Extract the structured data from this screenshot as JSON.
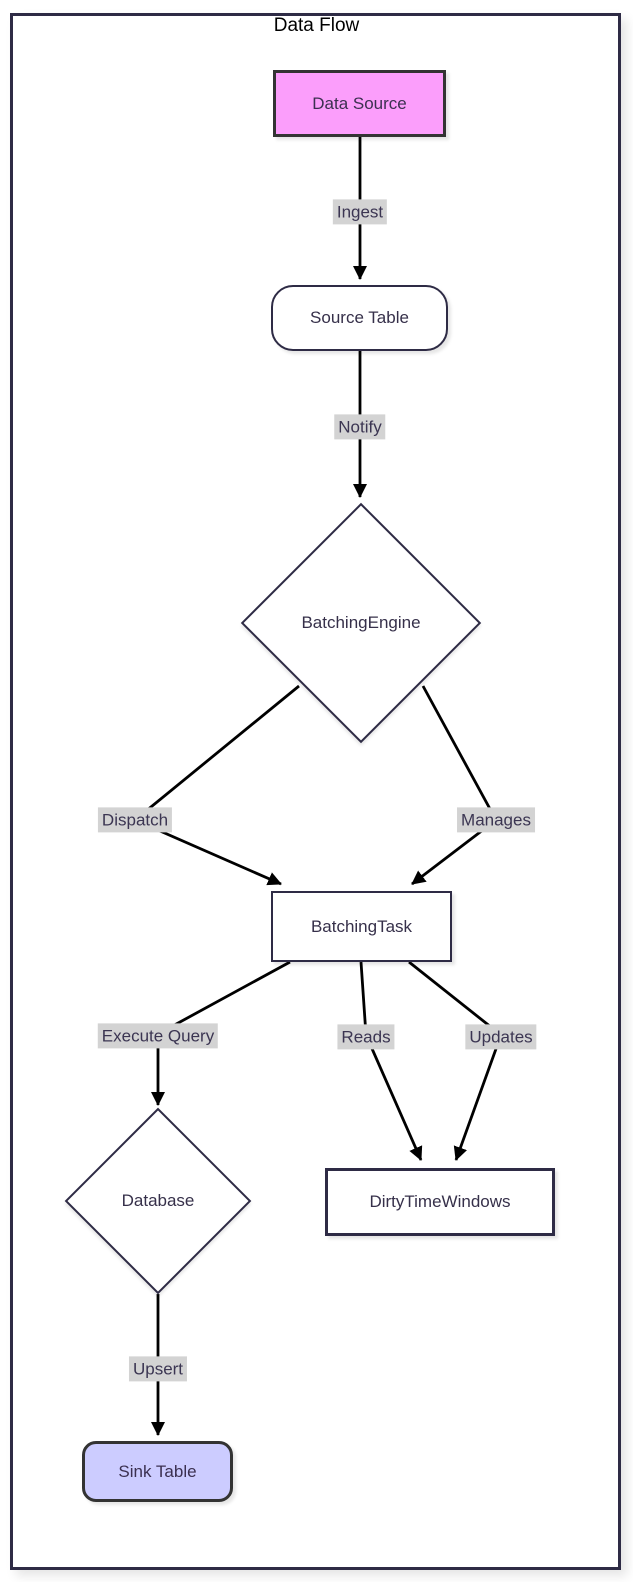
{
  "title": "Data Flow",
  "colors": {
    "node_border": "#2e2b45",
    "plain_node_fill": "#ffffff",
    "data_source_fill": "#fb9efb",
    "sink_table_fill": "#ccccff",
    "special_node_border": "#333333",
    "edge_label_bg": "#d3d3d3",
    "arrow": "#000000",
    "text": "#36304a"
  },
  "nodes": [
    {
      "id": "data-source",
      "label": "Data Source",
      "shape": "rectangle"
    },
    {
      "id": "source-table",
      "label": "Source Table",
      "shape": "rounded-rectangle"
    },
    {
      "id": "batching-engine",
      "label": "BatchingEngine",
      "shape": "diamond"
    },
    {
      "id": "batching-task",
      "label": "BatchingTask",
      "shape": "rectangle"
    },
    {
      "id": "database",
      "label": "Database",
      "shape": "diamond"
    },
    {
      "id": "dirty-time-windows",
      "label": "DirtyTimeWindows",
      "shape": "rectangle"
    },
    {
      "id": "sink-table",
      "label": "Sink Table",
      "shape": "rounded-rectangle"
    }
  ],
  "edges": [
    {
      "from": "Data Source",
      "to": "Source Table",
      "label": "Ingest"
    },
    {
      "from": "Source Table",
      "to": "BatchingEngine",
      "label": "Notify"
    },
    {
      "from": "BatchingEngine",
      "to": "BatchingTask",
      "label": "Dispatch"
    },
    {
      "from": "BatchingEngine",
      "to": "BatchingTask",
      "label": "Manages"
    },
    {
      "from": "BatchingTask",
      "to": "Database",
      "label": "Execute Query"
    },
    {
      "from": "BatchingTask",
      "to": "DirtyTimeWindows",
      "label": "Reads"
    },
    {
      "from": "BatchingTask",
      "to": "DirtyTimeWindows",
      "label": "Updates"
    },
    {
      "from": "Database",
      "to": "Sink Table",
      "label": "Upsert"
    }
  ]
}
